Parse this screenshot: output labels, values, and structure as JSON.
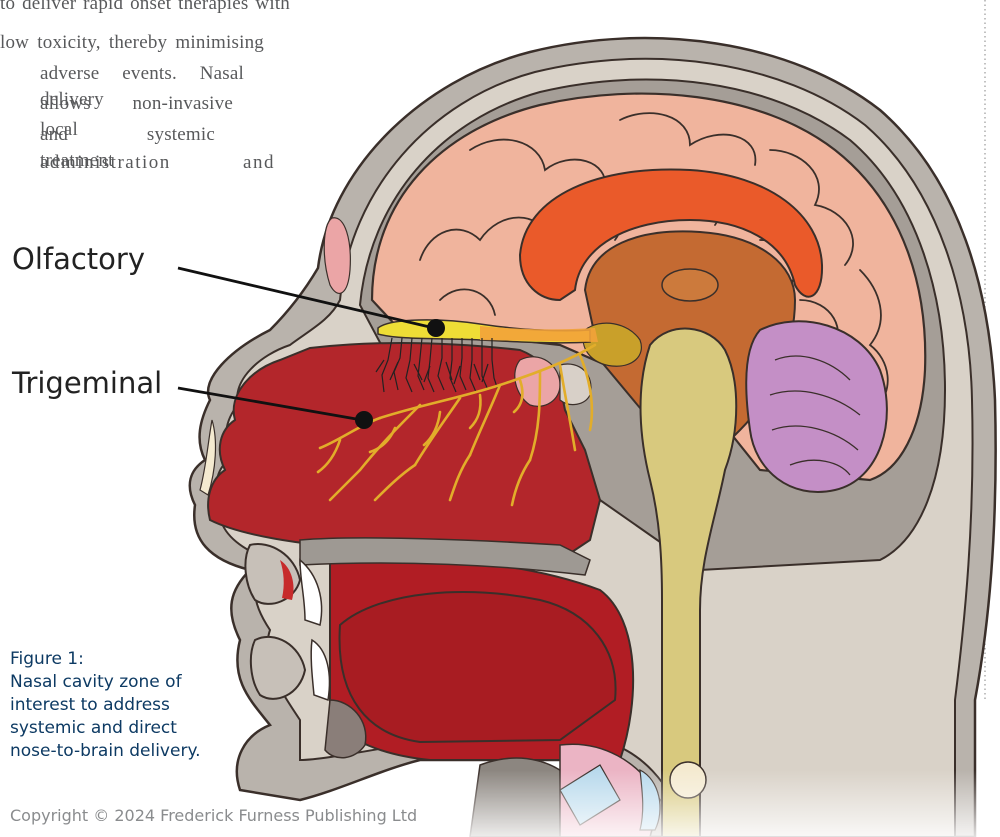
{
  "body_text": {
    "line1": "to deliver rapid onset therapies with",
    "line2": "low toxicity, thereby minimising",
    "line3": "adverse events. Nasal delivery",
    "line4": "allows non-invasive local",
    "line5": "and systemic treatment",
    "line6": "administration and"
  },
  "labels": {
    "olfactory": "Olfactory",
    "trigeminal": "Trigeminal"
  },
  "figure_caption": {
    "line1": "Figure 1:",
    "line2": "Nasal cavity zone of",
    "line3": "interest to address",
    "line4": "systemic and direct",
    "line5": "nose-to-brain delivery."
  },
  "copyright": "Copyright © 2024 Frederick Furness Publishing Ltd",
  "colors": {
    "head_outer": "#b9b3ac",
    "brain": "#f0b49d",
    "corpus": "#ea5a2a",
    "nasal_cavity": "#b3262b",
    "brainstem": "#d8c97e",
    "cerebellum": "#c48fc6",
    "nerve": "#e2ad2a",
    "text_gray": "#58595b",
    "caption_blue": "#0d3a63"
  }
}
